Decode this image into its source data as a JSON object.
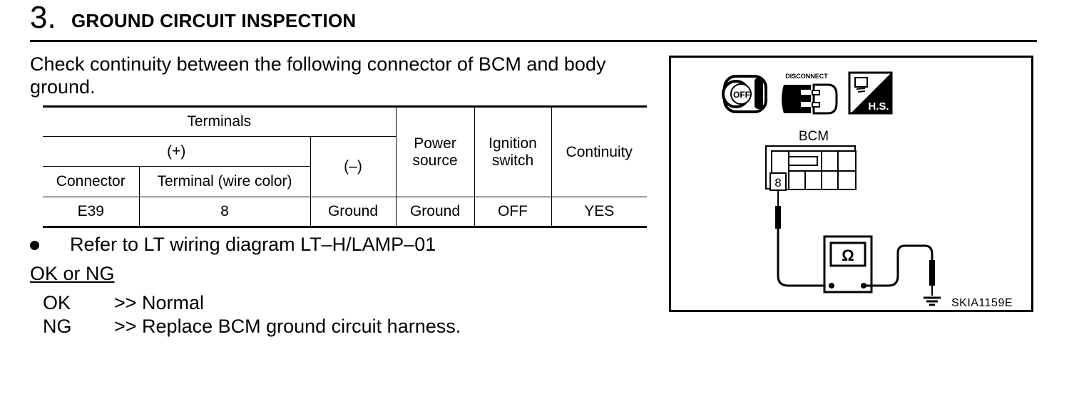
{
  "step": {
    "number": "3.",
    "title": "GROUND CIRCUIT INSPECTION"
  },
  "intro": "Check continuity between the following connector of BCM and body ground.",
  "table": {
    "terminals_header": "Terminals",
    "plus_header": "(+)",
    "minus_header": "(–)",
    "connector_header": "Connector",
    "terminal_header": "Terminal (wire color)",
    "power_source_header": "Power source",
    "ignition_switch_header": "Ignition switch",
    "continuity_header": "Continuity",
    "row": {
      "connector": "E39",
      "terminal": "8",
      "minus": "Ground",
      "power_source": "Ground",
      "ignition_switch": "OFF",
      "continuity": "YES"
    }
  },
  "bullet": "Refer to LT wiring diagram LT–H/LAMP–01",
  "ok_ng_heading": "OK or NG",
  "results": {
    "ok_key": "OK",
    "ok_value": ">> Normal",
    "ng_key": "NG",
    "ng_value": ">> Replace BCM ground circuit harness."
  },
  "figure": {
    "off_label": "OFF",
    "disconnect_label": "DISCONNECT",
    "hs_label": "H.S.",
    "bcm_label": "BCM",
    "pin_label": "8",
    "ohm_symbol": "Ω",
    "code": "SKIA1159E"
  }
}
